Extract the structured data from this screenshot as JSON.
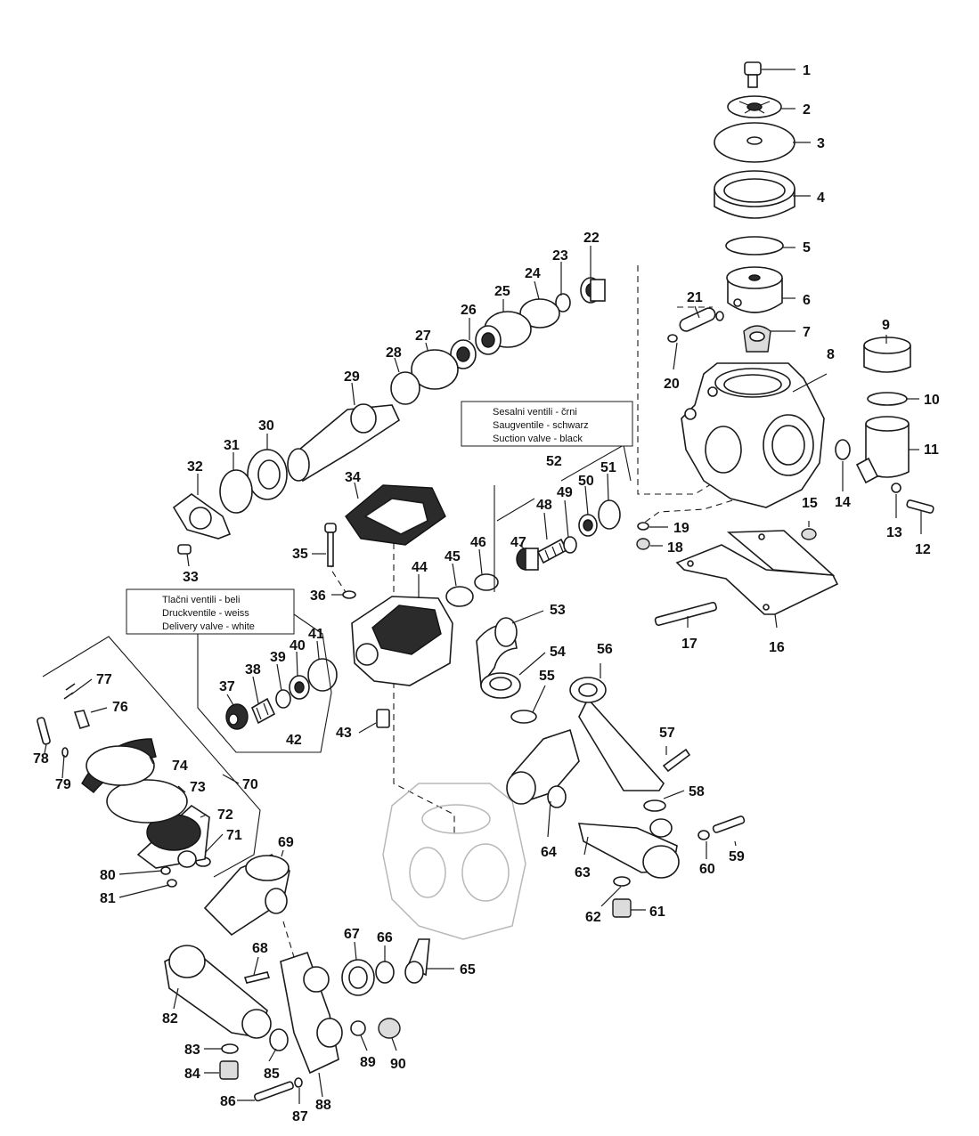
{
  "callouts": [
    {
      "id": "1",
      "text": "1"
    },
    {
      "id": "2",
      "text": "2"
    },
    {
      "id": "3",
      "text": "3"
    },
    {
      "id": "4",
      "text": "4"
    },
    {
      "id": "5",
      "text": "5"
    },
    {
      "id": "6",
      "text": "6"
    },
    {
      "id": "7",
      "text": "7"
    },
    {
      "id": "8",
      "text": "8"
    },
    {
      "id": "9",
      "text": "9"
    },
    {
      "id": "10",
      "text": "10"
    },
    {
      "id": "11",
      "text": "11"
    },
    {
      "id": "12",
      "text": "12"
    },
    {
      "id": "13",
      "text": "13"
    },
    {
      "id": "14",
      "text": "14"
    },
    {
      "id": "15",
      "text": "15"
    },
    {
      "id": "16",
      "text": "16"
    },
    {
      "id": "17",
      "text": "17"
    },
    {
      "id": "18",
      "text": "18"
    },
    {
      "id": "19",
      "text": "19"
    },
    {
      "id": "20",
      "text": "20"
    },
    {
      "id": "21",
      "text": "21"
    },
    {
      "id": "22",
      "text": "22"
    },
    {
      "id": "23",
      "text": "23"
    },
    {
      "id": "24",
      "text": "24"
    },
    {
      "id": "25",
      "text": "25"
    },
    {
      "id": "26",
      "text": "26"
    },
    {
      "id": "27",
      "text": "27"
    },
    {
      "id": "28",
      "text": "28"
    },
    {
      "id": "29",
      "text": "29"
    },
    {
      "id": "30",
      "text": "30"
    },
    {
      "id": "31",
      "text": "31"
    },
    {
      "id": "32",
      "text": "32"
    },
    {
      "id": "33",
      "text": "33"
    },
    {
      "id": "34",
      "text": "34"
    },
    {
      "id": "35",
      "text": "35"
    },
    {
      "id": "36",
      "text": "36"
    },
    {
      "id": "37",
      "text": "37"
    },
    {
      "id": "38",
      "text": "38"
    },
    {
      "id": "39",
      "text": "39"
    },
    {
      "id": "40",
      "text": "40"
    },
    {
      "id": "41",
      "text": "41"
    },
    {
      "id": "42",
      "text": "42"
    },
    {
      "id": "43",
      "text": "43"
    },
    {
      "id": "44",
      "text": "44"
    },
    {
      "id": "45",
      "text": "45"
    },
    {
      "id": "46",
      "text": "46"
    },
    {
      "id": "47",
      "text": "47"
    },
    {
      "id": "48",
      "text": "48"
    },
    {
      "id": "49",
      "text": "49"
    },
    {
      "id": "50",
      "text": "50"
    },
    {
      "id": "51",
      "text": "51"
    },
    {
      "id": "52",
      "text": "52"
    },
    {
      "id": "53",
      "text": "53"
    },
    {
      "id": "54",
      "text": "54"
    },
    {
      "id": "55",
      "text": "55"
    },
    {
      "id": "56",
      "text": "56"
    },
    {
      "id": "57",
      "text": "57"
    },
    {
      "id": "58",
      "text": "58"
    },
    {
      "id": "59",
      "text": "59"
    },
    {
      "id": "60",
      "text": "60"
    },
    {
      "id": "61",
      "text": "61"
    },
    {
      "id": "62",
      "text": "62"
    },
    {
      "id": "63",
      "text": "63"
    },
    {
      "id": "64",
      "text": "64"
    },
    {
      "id": "65",
      "text": "65"
    },
    {
      "id": "66",
      "text": "66"
    },
    {
      "id": "67",
      "text": "67"
    },
    {
      "id": "68",
      "text": "68"
    },
    {
      "id": "69",
      "text": "69"
    },
    {
      "id": "70",
      "text": "70"
    },
    {
      "id": "71",
      "text": "71"
    },
    {
      "id": "72",
      "text": "72"
    },
    {
      "id": "73",
      "text": "73"
    },
    {
      "id": "74",
      "text": "74"
    },
    {
      "id": "76",
      "text": "76"
    },
    {
      "id": "77",
      "text": "77"
    },
    {
      "id": "78",
      "text": "78"
    },
    {
      "id": "79",
      "text": "79"
    },
    {
      "id": "80",
      "text": "80"
    },
    {
      "id": "81",
      "text": "81"
    },
    {
      "id": "82",
      "text": "82"
    },
    {
      "id": "83",
      "text": "83"
    },
    {
      "id": "84",
      "text": "84"
    },
    {
      "id": "85",
      "text": "85"
    },
    {
      "id": "86",
      "text": "86"
    },
    {
      "id": "87",
      "text": "87"
    },
    {
      "id": "88",
      "text": "88"
    },
    {
      "id": "89",
      "text": "89"
    },
    {
      "id": "90",
      "text": "90"
    }
  ],
  "suction_box": {
    "line1": "Sesalni ventili - črni",
    "line2": "Saugventile - schwarz",
    "line3": "Suction valve - black"
  },
  "delivery_box": {
    "line1": "Tlačni ventili - beli",
    "line2": "Druckventile - weiss",
    "line3": "Delivery valve - white"
  }
}
